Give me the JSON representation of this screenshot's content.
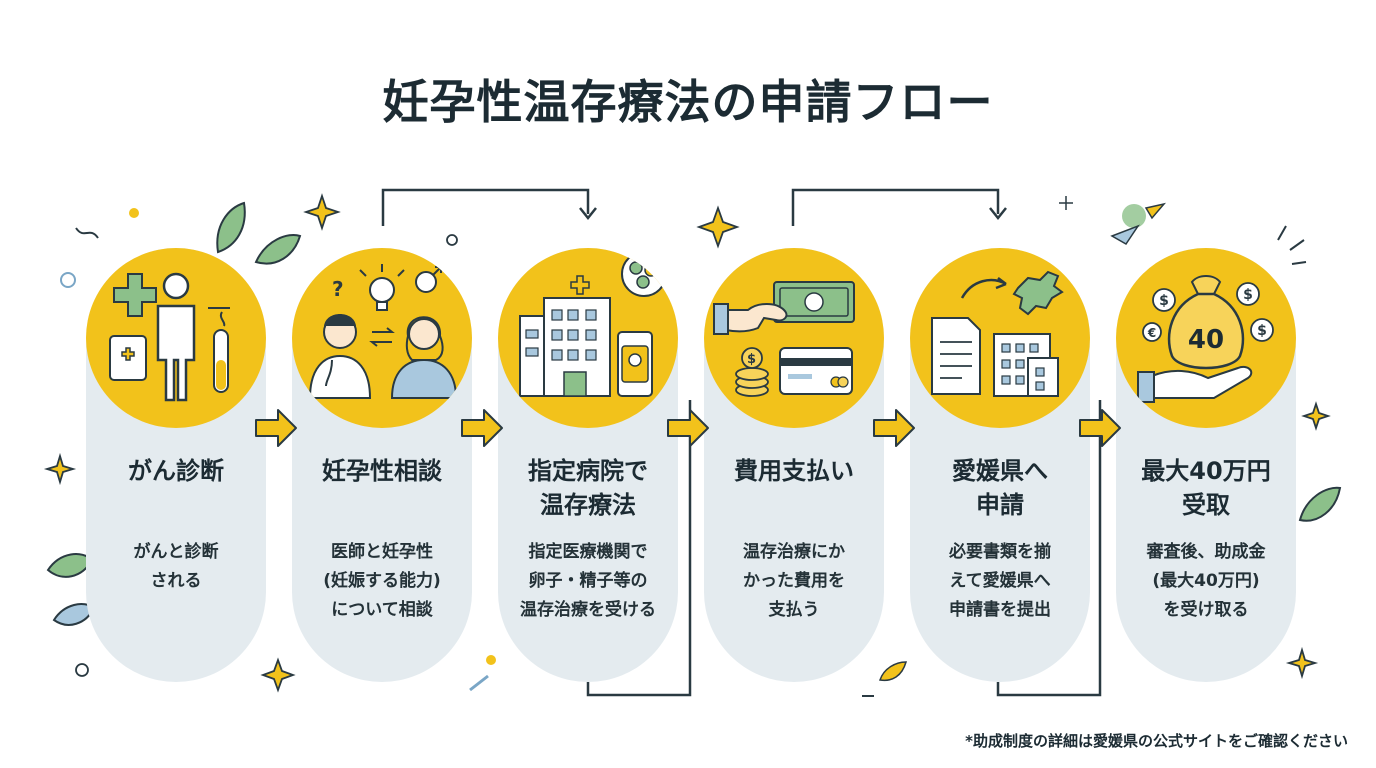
{
  "title": "妊孕性温存療法の申請フロー",
  "steps": [
    {
      "title_lines": [
        "がん診断"
      ],
      "desc_lines": [
        "がんと診断",
        "される"
      ]
    },
    {
      "title_lines": [
        "妊孕性相談"
      ],
      "desc_lines": [
        "医師と妊孕性",
        "(妊娠する能力)",
        "について相談"
      ]
    },
    {
      "title_lines": [
        "指定病院で",
        "温存療法"
      ],
      "desc_lines": [
        "指定医療機関で",
        "卵子・精子等の",
        "温存治療を受ける"
      ]
    },
    {
      "title_lines": [
        "費用支払い"
      ],
      "desc_lines": [
        "温存治療にか",
        "かった費用を",
        "支払う"
      ]
    },
    {
      "title_lines": [
        "愛媛県へ",
        "申請"
      ],
      "desc_lines": [
        "必要書類を揃",
        "えて愛媛県へ",
        "申請書を提出"
      ]
    },
    {
      "title_lines": [
        "最大40万円",
        "受取"
      ],
      "desc_lines": [
        "審査後、助成金",
        "(最大40万円)",
        "を受け取る"
      ]
    }
  ],
  "money_bag_label": "40",
  "currency_symbols": [
    "$",
    "$",
    "€",
    "$"
  ],
  "icons": [
    "medical-cross-icon",
    "patient-figure-icon",
    "test-tube-icon",
    "doctor-icon",
    "lightbulb-icon",
    "hospital-icon",
    "egg-cell-icon",
    "banknote-icon",
    "credit-card-icon",
    "coins-icon",
    "document-icon",
    "ehime-map-icon",
    "government-building-icon",
    "money-bag-icon",
    "hand-icon"
  ],
  "footnote": "*助成制度の詳細は愛媛県の公式サイトをご確認ください",
  "colors": {
    "accent_yellow": "#f2c21b",
    "card_bg": "#e4ebef",
    "leaf_green": "#8cc08a",
    "text_dark": "#1c2b33"
  }
}
